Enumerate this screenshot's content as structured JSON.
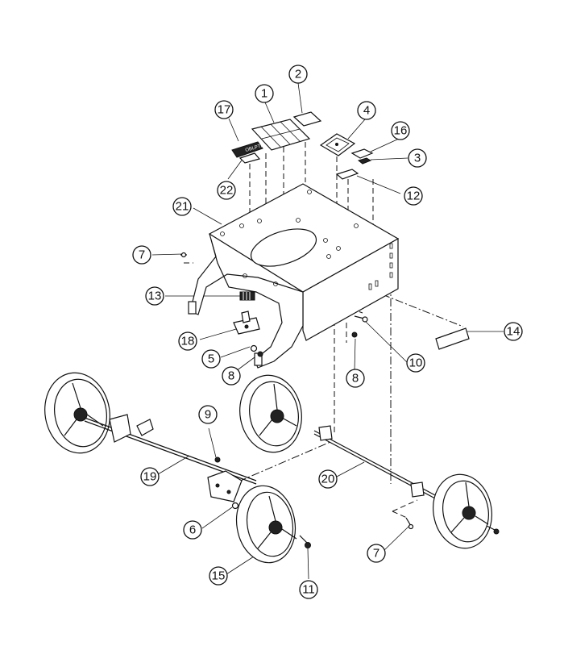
{
  "callouts": [
    {
      "id": "c1",
      "label": "1"
    },
    {
      "id": "c2",
      "label": "2"
    },
    {
      "id": "c3",
      "label": "3"
    },
    {
      "id": "c4",
      "label": "4"
    },
    {
      "id": "c5",
      "label": "5"
    },
    {
      "id": "c6",
      "label": "6"
    },
    {
      "id": "c7a",
      "label": "7"
    },
    {
      "id": "c7b",
      "label": "7"
    },
    {
      "id": "c8a",
      "label": "8"
    },
    {
      "id": "c8b",
      "label": "8"
    },
    {
      "id": "c9",
      "label": "9"
    },
    {
      "id": "c10",
      "label": "10"
    },
    {
      "id": "c11",
      "label": "11"
    },
    {
      "id": "c12",
      "label": "12"
    },
    {
      "id": "c13",
      "label": "13"
    },
    {
      "id": "c14",
      "label": "14"
    },
    {
      "id": "c15",
      "label": "15"
    },
    {
      "id": "c16",
      "label": "16"
    },
    {
      "id": "c17",
      "label": "17"
    },
    {
      "id": "c18",
      "label": "18"
    },
    {
      "id": "c19",
      "label": "19"
    },
    {
      "id": "c20",
      "label": "20"
    },
    {
      "id": "c21",
      "label": "21"
    },
    {
      "id": "c22",
      "label": "22"
    }
  ],
  "decal_text": "OBLPTE"
}
